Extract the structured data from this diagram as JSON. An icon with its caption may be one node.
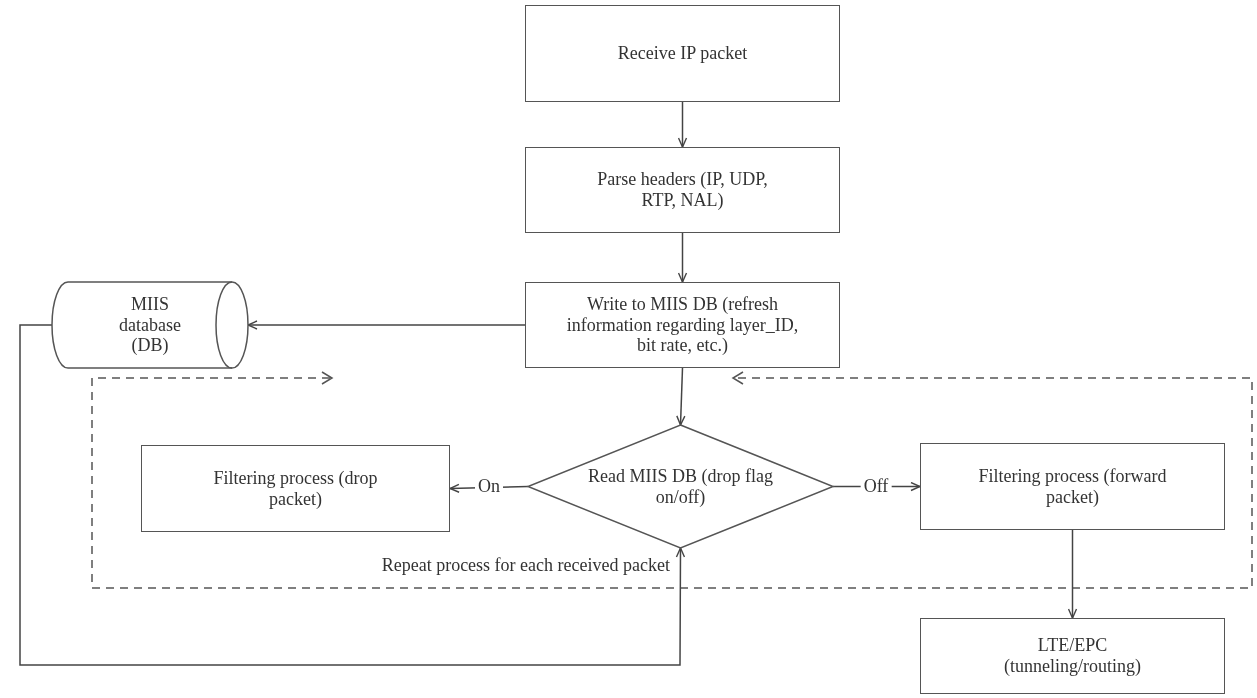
{
  "diagram": {
    "nodes": [
      {
        "text": [
          "Receive IP packet"
        ]
      },
      {
        "text": [
          "Parse headers (IP, UDP, RTP, NAL)"
        ]
      },
      {
        "text": [
          "Write to MIIS DB (refresh information regarding layer_ID, bit rate, etc.)"
        ]
      },
      {
        "text": [
          "MIIS database (DB)"
        ]
      },
      {
        "text": [
          "Read MIIS DB (drop flag on/off)"
        ]
      },
      {
        "text": [
          "Filtering process (drop packet)"
        ]
      },
      {
        "text": [
          "Filtering process (forward packet)"
        ]
      },
      {
        "text": [
          "LTE/EPC (tunneling/routing)"
        ]
      }
    ],
    "edges": [
      {
        "from": 0,
        "to": 1,
        "arrow": "to"
      },
      {
        "from": 1,
        "to": 2,
        "arrow": "to"
      },
      {
        "from": 2,
        "to": 3,
        "arrow": "to"
      },
      {
        "from": 2,
        "to": 4,
        "arrow": "to"
      },
      {
        "from": 4,
        "to": 5,
        "arrow": "to",
        "label": "On"
      },
      {
        "from": 4,
        "to": 6,
        "arrow": "to",
        "label": "Off"
      },
      {
        "from": 6,
        "to": 7,
        "arrow": "to"
      },
      {
        "from": 3,
        "to": 4,
        "arrow": "to"
      }
    ],
    "labels": [
      "Repeat process for each received packet"
    ]
  }
}
